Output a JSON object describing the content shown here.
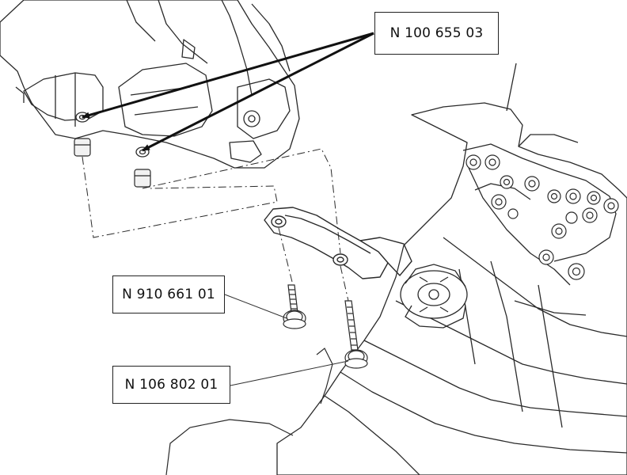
{
  "labels": [
    {
      "id": "part-n10065503",
      "text": "N  100 655 03"
    },
    {
      "id": "part-n91066101",
      "text": "N  910 661 01"
    },
    {
      "id": "part-n10680201",
      "text": "N  106 802 01"
    }
  ],
  "colors": {
    "line": "#2a2a2a",
    "background": "#ffffff",
    "part_fill": "#ffffff",
    "highlight": "#f2f2f2"
  }
}
